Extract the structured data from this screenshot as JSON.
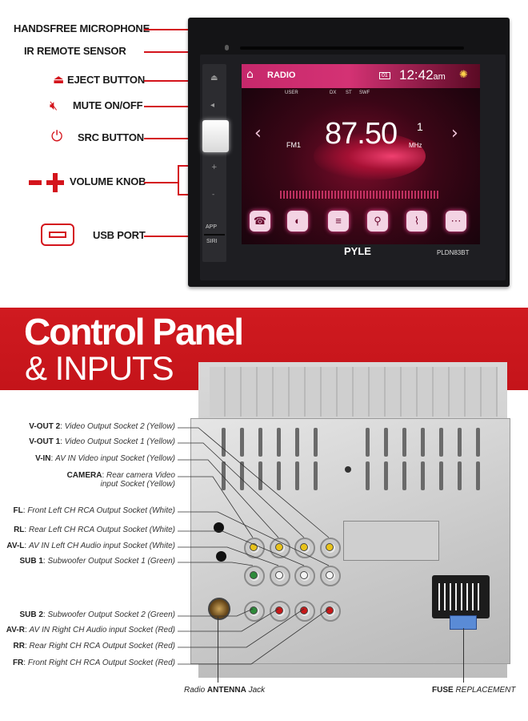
{
  "callouts": {
    "mic": "HANDSFREE MICROPHONE",
    "ir": "IR REMOTE SENSOR",
    "eject": "EJECT BUTTON",
    "mute": "MUTE ON/OFF",
    "src": "SRC BUTTON",
    "volume": "VOLUME KNOB",
    "usb": "USB PORT"
  },
  "device": {
    "brand": "PYLE",
    "model": "PLDN83BT",
    "side_app": "APP",
    "side_siri": "SIRI"
  },
  "screen": {
    "mode": "RADIO",
    "clock": "12:42",
    "ampm": "am",
    "preset_badge": "01",
    "sub_user": "USER",
    "sub_dx": "DX",
    "sub_st": "ST",
    "sub_swf": "SWF",
    "band": "FM1",
    "frequency": "87.50",
    "channel": "1",
    "unit": "MHz"
  },
  "banner": {
    "title": "Control Panel",
    "subtitle": "& INPUTS"
  },
  "rear": {
    "labels": [
      {
        "key": "V-OUT 2",
        "desc": "Video Output Socket 2 (Yellow)"
      },
      {
        "key": "V-OUT 1",
        "desc": "Video Output Socket 1 (Yellow)"
      },
      {
        "key": "V-IN",
        "desc": "AV IN Video input Socket (Yellow)"
      },
      {
        "key": "CAMERA",
        "desc": "Rear camera Video",
        "desc2": "input Socket (Yellow)"
      },
      {
        "key": "FL",
        "desc": "Front Left CH RCA Output Socket (White)"
      },
      {
        "key": "RL",
        "desc": "Rear Left CH RCA Output Socket (White)"
      },
      {
        "key": "AV-L",
        "desc": "AV IN Left CH Audio input Socket (White)"
      },
      {
        "key": "SUB 1",
        "desc": "Subwoofer Output Socket 1 (Green)"
      },
      {
        "key": "SUB 2",
        "desc": "Subwoofer Output Socket 2 (Green)"
      },
      {
        "key": "AV-R",
        "desc": "AV IN Right CH Audio input Socket (Red)"
      },
      {
        "key": "RR",
        "desc": "Rear Right CH RCA Output Socket (Red)"
      },
      {
        "key": "FR",
        "desc": "Front Right CH RCA Output Socket (Red)"
      }
    ],
    "antenna_pre": "Radio",
    "antenna_key": "ANTENNA",
    "antenna_post": "Jack",
    "fuse_key": "FUSE",
    "fuse_post": "REPLACEMENT"
  },
  "colors": {
    "accent": "#d4141c",
    "screen_pink": "#d43274",
    "yellow": "#e8c21a",
    "white": "#f4f4f4",
    "red": "#c81818",
    "green": "#2e8a3a"
  },
  "icons": [
    "microphone-icon",
    "eject-icon",
    "mute-icon",
    "power-icon",
    "volume-minus-plus-icon",
    "usb-icon",
    "home-icon",
    "bulb-icon",
    "arrow-left-icon",
    "arrow-right-icon",
    "phone-icon",
    "mute-screen-icon",
    "equalizer-icon",
    "search-icon",
    "antenna-icon",
    "more-icon"
  ]
}
